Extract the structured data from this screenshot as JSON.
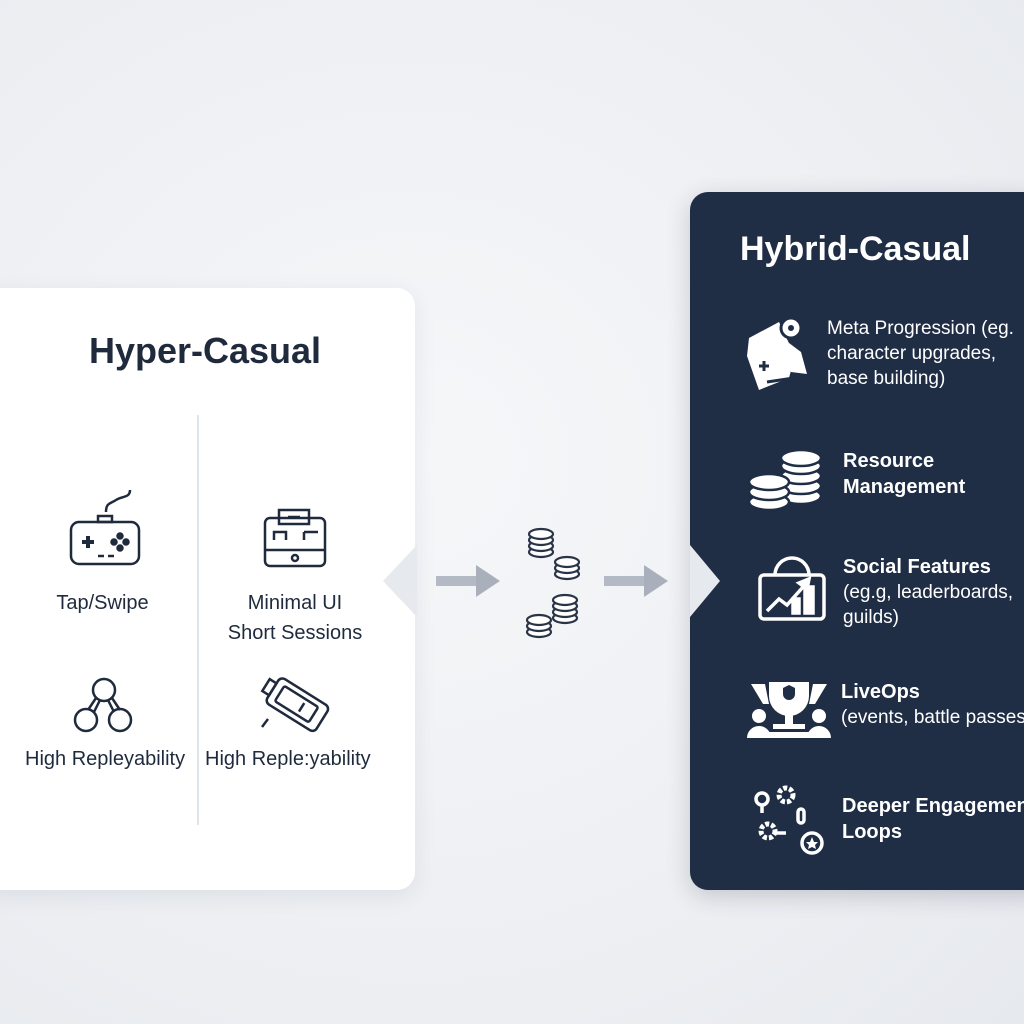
{
  "hyper_casual": {
    "title": "Hyper-Casual",
    "features": [
      {
        "icon": "gamepad-icon",
        "label": "Tap/Swipe"
      },
      {
        "icon": "device-icon",
        "label": "Minimal UI",
        "label2": "Short Sessions"
      },
      {
        "icon": "nodes-icon",
        "label": "High Repleyability"
      },
      {
        "icon": "battery-icon",
        "label": "High Reple:yability"
      }
    ]
  },
  "hybrid_casual": {
    "title": "Hybrid-Casual",
    "features": [
      {
        "icon": "map-upgrade-icon",
        "title": "Meta Progression (eg.",
        "desc1": "character upgrades,",
        "desc2": "base building)"
      },
      {
        "icon": "coins-stack-icon",
        "title": "Resource",
        "title2": "Management"
      },
      {
        "icon": "chart-board-icon",
        "title": "Social Features",
        "desc1": "(eg.g, leaderboards,",
        "desc2": "guilds)"
      },
      {
        "icon": "trophy-people-icon",
        "title": "LiveOps",
        "desc1": "(events, battle passes)"
      },
      {
        "icon": "gears-loop-icon",
        "title": "Deeper Engagement",
        "title2": "Loops"
      }
    ]
  },
  "colors": {
    "dark_panel": "#1f2d45",
    "text_dark": "#1f2a3c",
    "arrow": "#a9b0bc"
  }
}
